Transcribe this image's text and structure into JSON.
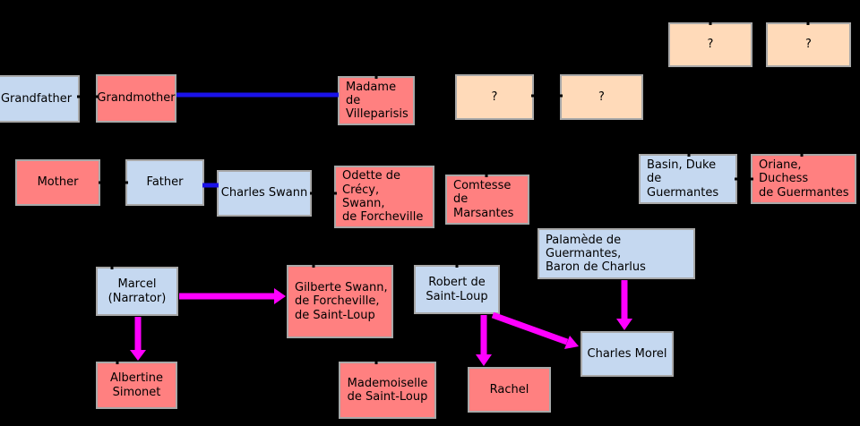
{
  "colors": {
    "background": "#000000",
    "male_fill": "#c5d8f0",
    "female_fill": "#ff8080",
    "unknown_fill": "#ffdab9",
    "node_border": "#a8a8a8",
    "text": "#000000",
    "friendship_line": "#1a12e8",
    "relationship_arrow": "#ff00ff",
    "tree_line": "#000000"
  },
  "nodes": {
    "unknown_top_left": {
      "label": "?"
    },
    "unknown_top_right": {
      "label": "?"
    },
    "grandfather": {
      "label": "Grandfather"
    },
    "grandmother": {
      "label": "Grandmother"
    },
    "madame_de_villeparisis": {
      "label": "Madame de\nVilleparisis"
    },
    "unknown_mid_left": {
      "label": "?"
    },
    "unknown_mid_right": {
      "label": "?"
    },
    "mother": {
      "label": "Mother"
    },
    "father": {
      "label": "Father"
    },
    "charles_swann": {
      "label": "Charles Swann"
    },
    "odette": {
      "label": "Odette de Crécy,\nSwann,\nde Forcheville"
    },
    "comtesse_de_marsantes": {
      "label": "Comtesse de\nMarsantes"
    },
    "basin": {
      "label": "Basin, Duke\nde Guermantes"
    },
    "oriane": {
      "label": "Oriane, Duchess\nde Guermantes"
    },
    "palamede": {
      "label": "Palamède de Guermantes,\nBaron de Charlus"
    },
    "marcel": {
      "label": "Marcel\n(Narrator)"
    },
    "gilberte": {
      "label": "Gilberte Swann,\nde Forcheville,\nde Saint-Loup"
    },
    "robert": {
      "label": "Robert de\nSaint-Loup"
    },
    "charles_morel": {
      "label": "Charles Morel"
    },
    "albertine": {
      "label": "Albertine\nSimonet"
    },
    "mademoiselle_de_saint_loup": {
      "label": "Mademoiselle\nde Saint-Loup"
    },
    "rachel": {
      "label": "Rachel"
    }
  },
  "edges": [
    {
      "from": "grandmother",
      "to": "madame_de_villeparisis",
      "style": "blue-line"
    },
    {
      "from": "father",
      "to": "charles_swann",
      "style": "blue-line"
    },
    {
      "from": "marcel",
      "to": "gilberte",
      "style": "magenta-arrow"
    },
    {
      "from": "marcel",
      "to": "albertine",
      "style": "magenta-arrow"
    },
    {
      "from": "robert",
      "to": "rachel",
      "style": "magenta-arrow"
    },
    {
      "from": "robert",
      "to": "charles_morel",
      "style": "magenta-arrow"
    },
    {
      "from": "palamede",
      "to": "charles_morel",
      "style": "magenta-arrow"
    }
  ]
}
